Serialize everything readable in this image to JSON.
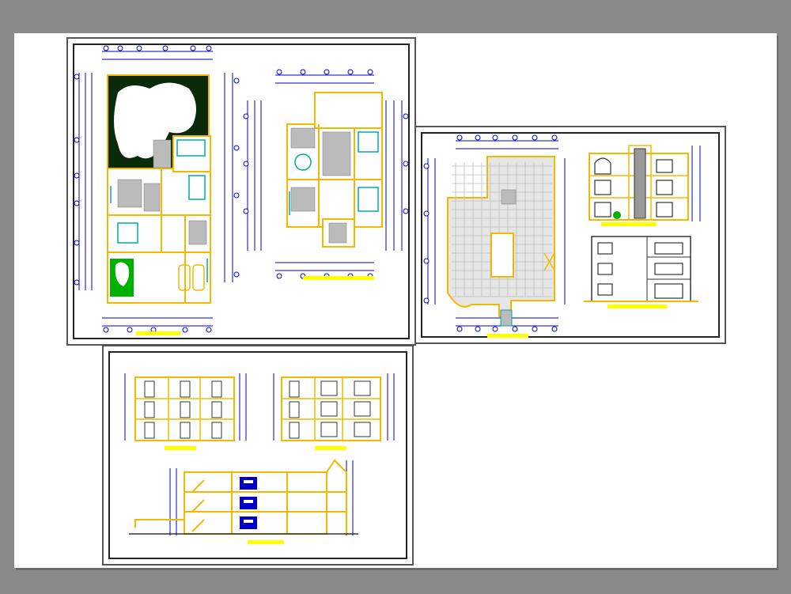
{
  "sheet": {
    "background": "#ffffff",
    "outer_background": "#8a8a8a"
  },
  "panels": [
    {
      "name": "panel-floor-plans",
      "contents": [
        "ground-floor-plan",
        "upper-floor-plan"
      ]
    },
    {
      "name": "panel-roof-and-elevations",
      "contents": [
        "roof-plan",
        "front-elevation",
        "side-elevation"
      ]
    },
    {
      "name": "panel-sections",
      "contents": [
        "section-a",
        "section-b",
        "longitudinal-section"
      ]
    }
  ],
  "colors": {
    "dimension_lines": "#0000cc",
    "walls": "#f5b800",
    "title_bar": "#ffff00",
    "furniture": "#00aaaa",
    "landscape": "#00b000",
    "garden_fill": "#0a2a0a",
    "hatch": "#888888"
  },
  "drawing_titles": [
    "",
    "",
    "",
    "",
    "",
    "",
    "",
    ""
  ]
}
